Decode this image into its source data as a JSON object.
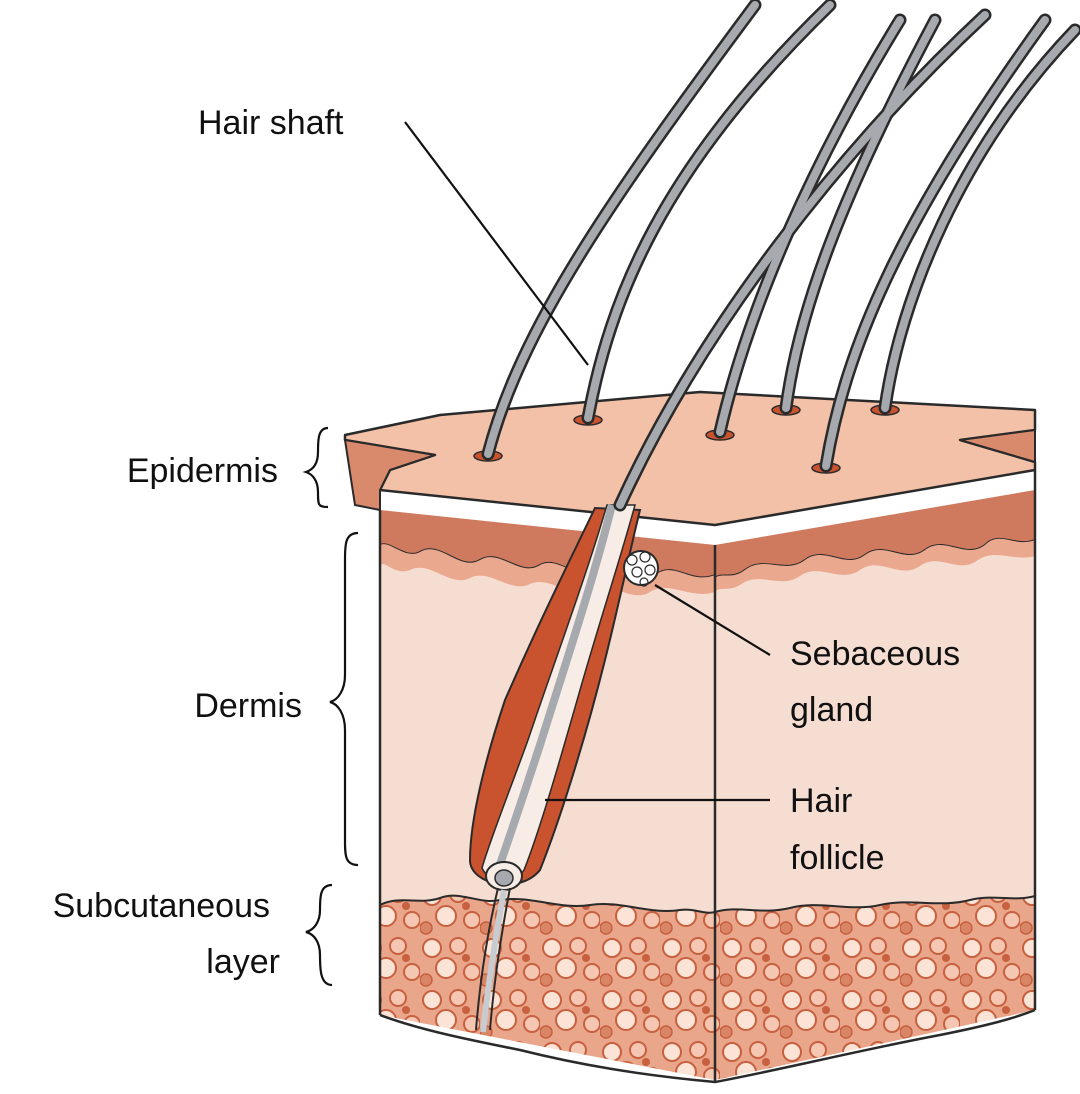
{
  "labels": {
    "hair_shaft": "Hair shaft",
    "epidermis": "Epidermis",
    "dermis": "Dermis",
    "subcutaneous_line1": "Subcutaneous",
    "subcutaneous_line2": "layer",
    "sebaceous_line1": "Sebaceous",
    "sebaceous_line2": "gland",
    "follicle_line1": "Hair",
    "follicle_line2": "follicle"
  },
  "colors": {
    "skin_surface": "#f2c1a8",
    "epidermis_band": "#cf7a5f",
    "dermis": "#f6ddd1",
    "follicle": "#c9522f",
    "hair": "#a6a9ad",
    "fat_base": "#e9a68b",
    "fat_light": "#fbe3d6",
    "fat_dark": "#c7603f",
    "outline": "#2a2a2a"
  },
  "icons": [
    "skin-cross-section-illustration"
  ]
}
